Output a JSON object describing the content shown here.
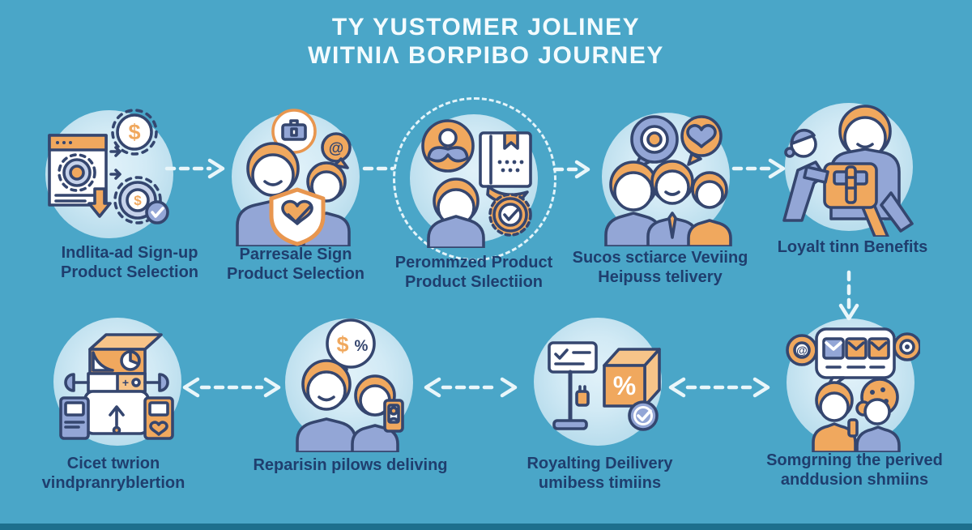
{
  "title": {
    "line1": "TY YUSTOMER JOLINEY",
    "line2": "WITNIΛ BORPIBO JOURNEY"
  },
  "steps_top": [
    {
      "icon": "signup-document-icon",
      "label_line1": "Indlita-ad Sign-up",
      "label_line2": "Product Selection"
    },
    {
      "icon": "presale-people-shield-icon",
      "label_line1": "Parresale Sign",
      "label_line2": "Product Selection"
    },
    {
      "icon": "personalized-product-icon",
      "label_line1": "Perommzed Product",
      "label_line2": "Product Sılectiion"
    },
    {
      "icon": "team-chat-icon",
      "label_line1": "Sucos sctiarce Veviing",
      "label_line2": "Heipuss telivery"
    },
    {
      "icon": "gift-handoff-icon",
      "label_line1": "Loyalt tinn Benefits",
      "label_line2": ""
    }
  ],
  "steps_bottom": [
    {
      "icon": "vending-machine-icon",
      "label_line1": "Cicet twrion",
      "label_line2": "vindpranryblertion"
    },
    {
      "icon": "price-talk-people-icon",
      "label_line1": "Reparisin pilows deliving",
      "label_line2": ""
    },
    {
      "icon": "delivery-percent-box-icon",
      "label_line1": "Royalting Deilivery",
      "label_line2": "umibess timiins"
    },
    {
      "icon": "feedback-chat-icon",
      "label_line1": "Somgrning the perived",
      "label_line2": "anddusion shmiins"
    }
  ],
  "glyphs": {
    "dollar": "$",
    "percent": "%",
    "at": "@",
    "plus": "+"
  },
  "colors": {
    "background": "#4AA6C8",
    "title_text": "#F3FBFE",
    "label_text": "#1F3E6E",
    "circle_fill": "#BDDFEE",
    "accent_orange": "#F0A85E",
    "accent_blue": "#93A6D6",
    "outline_navy": "#35466F",
    "arrow": "#E9F6FA",
    "bottom_strip": "#1D6F8D"
  }
}
